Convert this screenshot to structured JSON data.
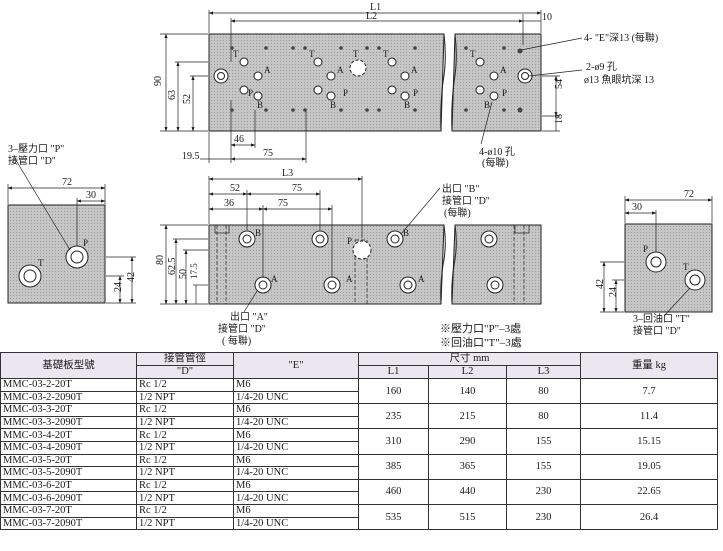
{
  "top_view": {
    "dims": {
      "L1": "L1",
      "L2": "L2",
      "end_10": "10",
      "h90": "90",
      "h63": "63",
      "h52": "52",
      "w46": "46",
      "w75": "75",
      "w19_5": "19.5",
      "h54": "54",
      "h18": "18"
    },
    "port_labels": {
      "T": "T",
      "A": "A",
      "B": "B",
      "P": "P"
    },
    "notes": {
      "e_tap": "4- \"E\"深13 (每聯)",
      "hole_2": "2-ø9 孔",
      "counterbore": "ø13 魚眼坑深 13",
      "hole_4": "4-ø10 孔",
      "per_unit": "(每聯)"
    }
  },
  "front_view": {
    "dims": {
      "L3": "L3",
      "w52": "52",
      "w75a": "75",
      "w36": "36",
      "w75b": "75",
      "h80": "80",
      "h62_5": "62.5",
      "h50": "50",
      "h17_5": "17.5"
    },
    "notes": {
      "outlet_b": "出口 \"B\"",
      "pipe_d_b": "接管口 \"D\"",
      "per_unit_b": "(每聯)",
      "outlet_a": "出口 \"A\"",
      "pipe_d_a": "接管口 \"D\"",
      "per_unit_a": "( 每聯)",
      "note_p": "※壓力口\"P\"–3處",
      "note_t": "※回油口\"T\"–3處"
    }
  },
  "left_view": {
    "dims": {
      "w72": "72",
      "w30": "30",
      "h42": "42",
      "h24": "24"
    },
    "notes": {
      "pressure": "3–壓力口 \"P\"",
      "pipe": "接管口 \"D\""
    }
  },
  "right_view": {
    "dims": {
      "w72": "72",
      "w30": "30",
      "h42": "42",
      "h24": "24"
    },
    "notes": {
      "return": "3–回油口 \"T\"",
      "pipe": "接管口 \"D\""
    }
  },
  "table": {
    "headers": {
      "model": "基礎板型號",
      "pipe": "接管管徑",
      "pipe_sub": "\"D\"",
      "e": "\"E\"",
      "size": "尺寸 mm",
      "l1": "L1",
      "l2": "L2",
      "l3": "L3",
      "weight": "重量 kg"
    },
    "groups": [
      {
        "rows": [
          {
            "model": "MMC-03-2-20T",
            "pipe": "Rc 1/2",
            "e": "M6"
          },
          {
            "model": "MMC-03-2-2090T",
            "pipe": "1/2 NPT",
            "e": "1/4-20 UNC"
          }
        ],
        "l1": "160",
        "l2": "140",
        "l3": "80",
        "weight": "7.7"
      },
      {
        "rows": [
          {
            "model": "MMC-03-3-20T",
            "pipe": "Rc 1/2",
            "e": "M6"
          },
          {
            "model": "MMC-03-3-2090T",
            "pipe": "1/2 NPT",
            "e": "1/4-20 UNC"
          }
        ],
        "l1": "235",
        "l2": "215",
        "l3": "80",
        "weight": "11.4"
      },
      {
        "rows": [
          {
            "model": "MMC-03-4-20T",
            "pipe": "Rc 1/2",
            "e": "M6"
          },
          {
            "model": "MMC-03-4-2090T",
            "pipe": "1/2 NPT",
            "e": "1/4-20 UNC"
          }
        ],
        "l1": "310",
        "l2": "290",
        "l3": "155",
        "weight": "15.15"
      },
      {
        "rows": [
          {
            "model": "MMC-03-5-20T",
            "pipe": "Rc 1/2",
            "e": "M6"
          },
          {
            "model": "MMC-03-5-2090T",
            "pipe": "1/2 NPT",
            "e": "1/4-20 UNC"
          }
        ],
        "l1": "385",
        "l2": "365",
        "l3": "155",
        "weight": "19.05"
      },
      {
        "rows": [
          {
            "model": "MMC-03-6-20T",
            "pipe": "Rc 1/2",
            "e": "M6"
          },
          {
            "model": "MMC-03-6-2090T",
            "pipe": "1/2 NPT",
            "e": "1/4-20 UNC"
          }
        ],
        "l1": "460",
        "l2": "440",
        "l3": "230",
        "weight": "22.65"
      },
      {
        "rows": [
          {
            "model": "MMC-03-7-20T",
            "pipe": "Rc 1/2",
            "e": "M6"
          },
          {
            "model": "MMC-03-7-2090T",
            "pipe": "1/2 NPT",
            "e": "1/4-20 UNC"
          }
        ],
        "l1": "535",
        "l2": "515",
        "l3": "230",
        "weight": "26.4"
      }
    ]
  }
}
